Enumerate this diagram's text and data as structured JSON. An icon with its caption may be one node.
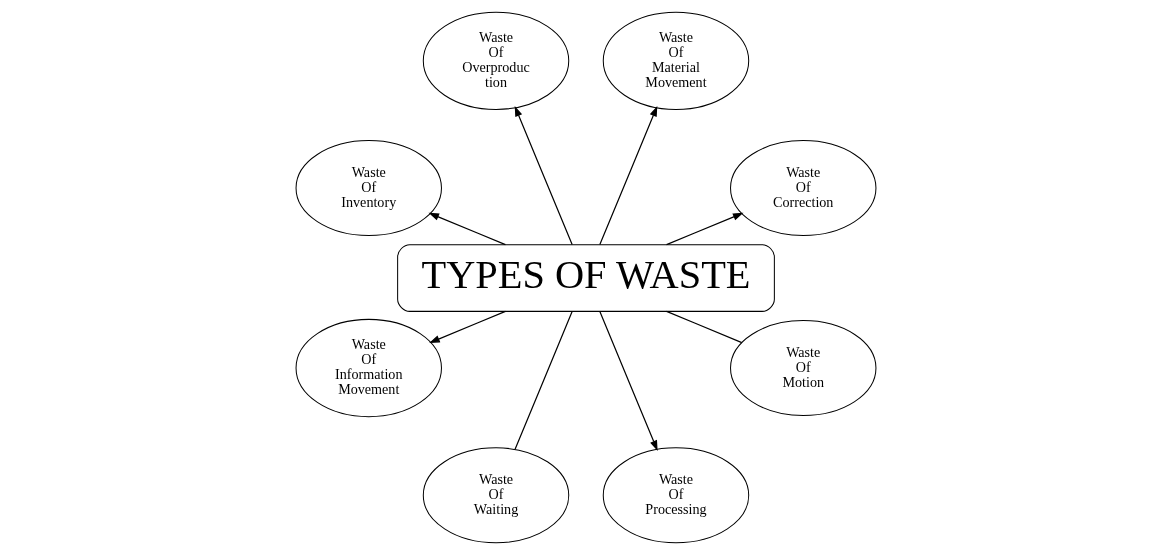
{
  "diagram": {
    "nodes": [
      {
        "text": [
          "Waste Of Correction"
        ]
      },
      {
        "text": [
          "Waste Of Material Movement"
        ]
      },
      {
        "text": [
          "Waste Of Overproduc tion"
        ]
      },
      {
        "text": [
          "TYPES OF WASTE"
        ]
      },
      {
        "text": [
          "Waste Of Inventory"
        ]
      },
      {
        "text": [
          "Waste Of Information Movement"
        ]
      },
      {
        "text": [
          "Waste Of Waiting"
        ]
      },
      {
        "text": [
          "Waste Of Processing"
        ]
      },
      {
        "text": [
          "Waste Of Motion"
        ]
      }
    ],
    "edges": [
      {
        "from": 3,
        "to": 0,
        "arrow": "to"
      },
      {
        "from": 3,
        "to": 1,
        "arrow": "to"
      },
      {
        "from": 3,
        "to": 2,
        "arrow": "to"
      },
      {
        "from": 3,
        "to": 4,
        "arrow": "to"
      },
      {
        "from": 3,
        "to": 5,
        "arrow": "to"
      },
      {
        "from": 3,
        "to": 6,
        "arrow": "none"
      },
      {
        "from": 3,
        "to": 7,
        "arrow": "to"
      },
      {
        "from": 3,
        "to": 8,
        "arrow": "none"
      }
    ]
  }
}
